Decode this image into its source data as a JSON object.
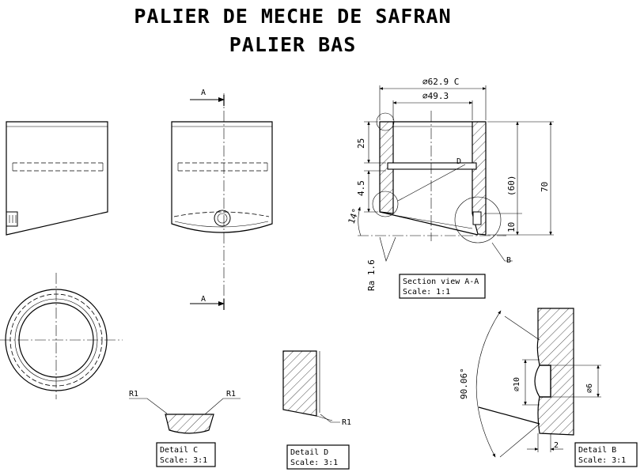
{
  "title": {
    "line1": "PALIER DE MECHE DE SAFRAN",
    "line2": "PALIER BAS"
  },
  "section_marks": {
    "top": "A",
    "bottom": "A"
  },
  "section_view": {
    "caption_line1": "Section view A-A",
    "caption_line2": "Scale:  1:1",
    "dim_outer": "⌀62.9 C",
    "dim_inner": "⌀49.3",
    "dim_25": "25",
    "dim_4_5": "4.5",
    "dim_60": "(60)",
    "dim_70": "70",
    "dim_10": "10",
    "angle": "14°",
    "roughness": "Ra 1.6",
    "label_d": "D",
    "label_b": "B"
  },
  "detail_c": {
    "caption_line1": "Detail C",
    "caption_line2": "Scale:  3:1",
    "r_left": "R1",
    "r_right": "R1"
  },
  "detail_d": {
    "caption_line1": "Detail D",
    "caption_line2": "Scale:  3:1",
    "r": "R1"
  },
  "detail_b": {
    "caption_line1": "Detail B",
    "caption_line2": "Scale:  3:1",
    "angle": "90.06°",
    "dia_10": "⌀10",
    "dia_6": "⌀6",
    "dim_2": "2"
  }
}
